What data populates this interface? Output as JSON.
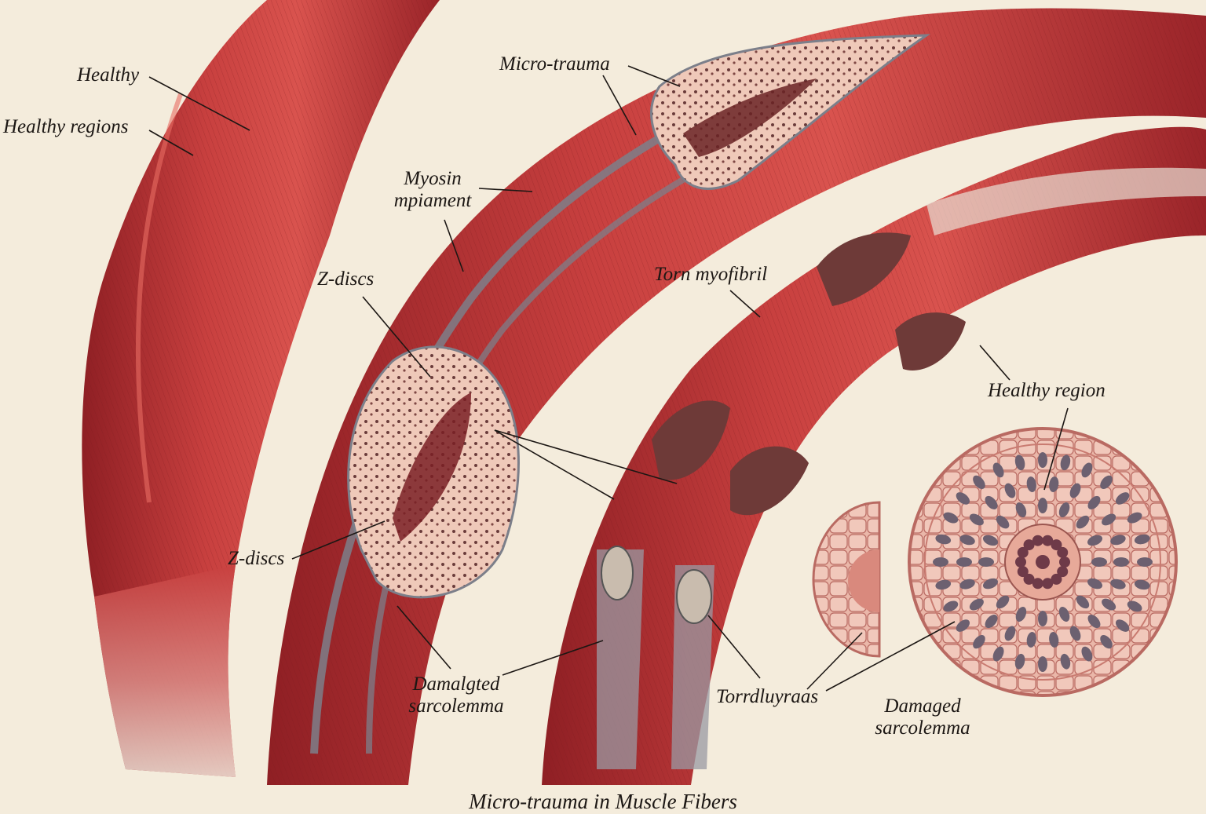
{
  "labels": {
    "healthy": "Healthy",
    "healthy_regions": "Healthy regions",
    "micro_trauma": "Micro-trauma",
    "myosin_line1": "Myosin",
    "myosin_line2": "mpiament",
    "z_discs_upper": "Z-discs",
    "z_discs_lower": "Z-discs",
    "torn_myofibril": "Torn myofibril",
    "healthy_region": "Healthy region",
    "damaged_left_line1": "Damalgted",
    "damaged_left_line2": "sarcolemma",
    "torn_label": "Torrdluyraas",
    "damaged_right_line1": "Damaged",
    "damaged_right_line2": "sarcolemma"
  },
  "caption": "Micro-trauma in Muscle Fibers",
  "colors": {
    "background": "#f4ecdc",
    "muscle_red": "#c0383a",
    "muscle_dark": "#8f1f24",
    "tissue_pink": "#e8b8a8",
    "lesion_brown": "#6e3a38",
    "membrane_gray": "#7c7f8a",
    "ink": "#1c1714"
  }
}
